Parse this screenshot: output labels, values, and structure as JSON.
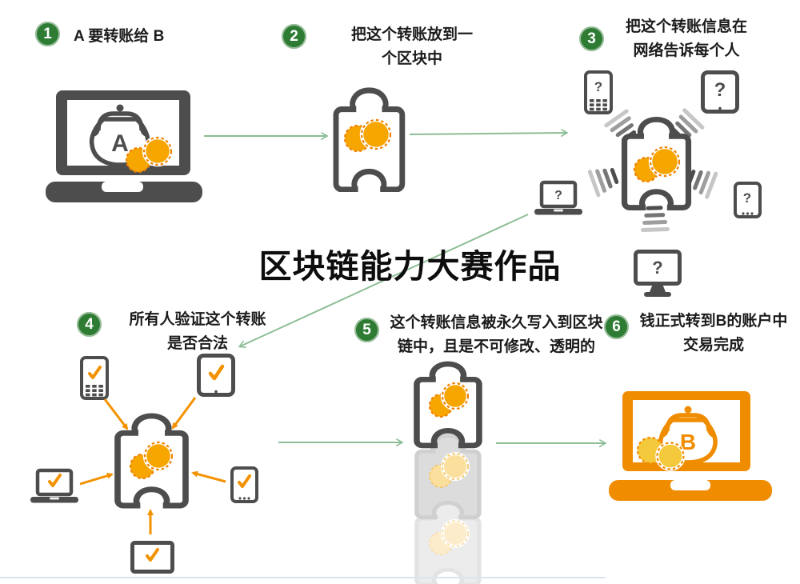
{
  "title": "区块链能力大赛作品",
  "steps": [
    {
      "num": "1",
      "line1": "A 要转账给 B",
      "line2": ""
    },
    {
      "num": "2",
      "line1": "把这个转账放到一",
      "line2": "个区块中"
    },
    {
      "num": "3",
      "line1": "把这个转账信息在",
      "line2": "网络告诉每个人"
    },
    {
      "num": "4",
      "line1": "所有人验证这个转账",
      "line2": "是否合法"
    },
    {
      "num": "5",
      "line1": "这个转账信息被永久写入到区块",
      "line2": "链中，且是不可修改、透明的"
    },
    {
      "num": "6",
      "line1": "钱正式转到B的账户中",
      "line2": "交易完成"
    }
  ],
  "icons": {
    "wallet_a_label": "A",
    "wallet_b_label": "B",
    "question_mark": "?",
    "checkmark": "✔"
  },
  "colors": {
    "badge_green": "#2e7b33",
    "arrow_green": "#8cbd94",
    "device_gray": "#4d4d4d",
    "coin_orange": "#f7a600",
    "coin_border": "#ee8100",
    "accent_orange": "#f39200",
    "laptop_b_orange": "#f08c00",
    "coin_yellow": "#f4c93b",
    "divider": "#dde4ec"
  }
}
